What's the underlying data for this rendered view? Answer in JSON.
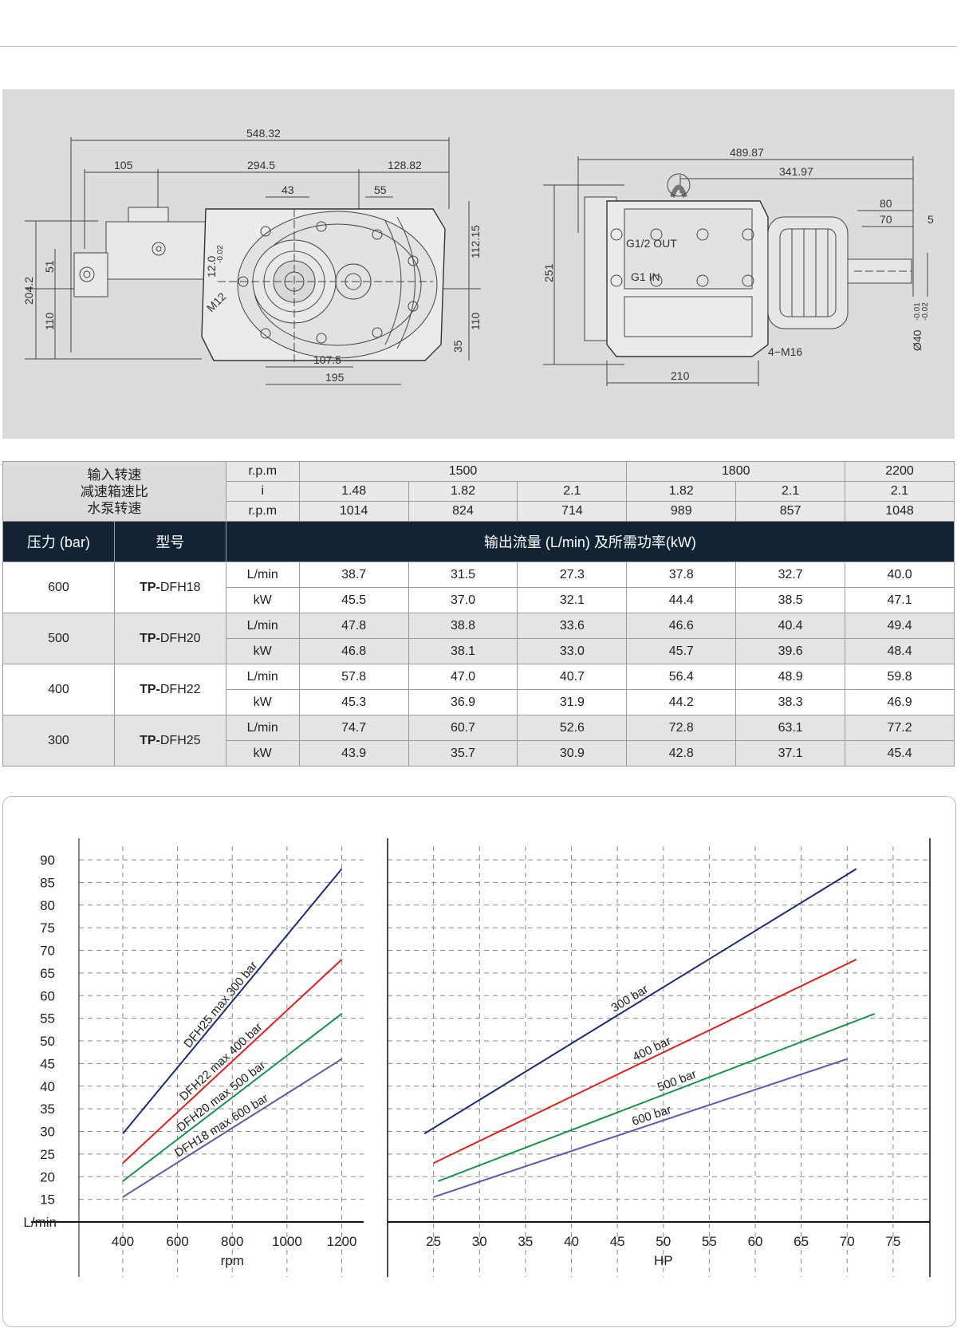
{
  "drawing": {
    "left_view_dims": [
      "548.32",
      "105",
      "294.5",
      "128.82",
      "43",
      "55",
      "112.15",
      "204.2",
      "51",
      "110",
      "12.0",
      "-0.02",
      "M12",
      "107.5",
      "195",
      "110",
      "35"
    ],
    "right_view_dims": [
      "489.87",
      "341.97",
      "80",
      "70",
      "5",
      "251",
      "G1/2 OUT",
      "G1 IN",
      "4−M16",
      "210",
      "Ø40",
      "-0.01",
      "-0.02"
    ]
  },
  "table": {
    "header_labels": {
      "input_speed": "输入转速",
      "gear_ratio": "减速箱速比",
      "pump_speed": "水泵转速"
    },
    "unit_rpm": "r.p.m",
    "unit_i": "i",
    "input_speeds": [
      "1500",
      "1800",
      "2200"
    ],
    "ratios": [
      "1.48",
      "1.82",
      "2.1",
      "1.82",
      "2.1",
      "2.1"
    ],
    "pump_speeds": [
      "1014",
      "824",
      "714",
      "989",
      "857",
      "1048"
    ],
    "col_pressure": "压力 (bar)",
    "col_model": "型号",
    "col_output": "输出流量 (L/min) 及所需功率(kW)",
    "unit_flow": "L/min",
    "unit_power": "kW",
    "rows": [
      {
        "pressure": "600",
        "prefix": "TP-",
        "model": "DFH18",
        "flow": [
          "38.7",
          "31.5",
          "27.3",
          "37.8",
          "32.7",
          "40.0"
        ],
        "power": [
          "45.5",
          "37.0",
          "32.1",
          "44.4",
          "38.5",
          "47.1"
        ]
      },
      {
        "pressure": "500",
        "prefix": "TP-",
        "model": "DFH20",
        "flow": [
          "47.8",
          "38.8",
          "33.6",
          "46.6",
          "40.4",
          "49.4"
        ],
        "power": [
          "46.8",
          "38.1",
          "33.0",
          "45.7",
          "39.6",
          "48.4"
        ]
      },
      {
        "pressure": "400",
        "prefix": "TP-",
        "model": "DFH22",
        "flow": [
          "57.8",
          "47.0",
          "40.7",
          "56.4",
          "48.9",
          "59.8"
        ],
        "power": [
          "45.3",
          "36.9",
          "31.9",
          "44.2",
          "38.3",
          "46.9"
        ]
      },
      {
        "pressure": "300",
        "prefix": "TP-",
        "model": "DFH25",
        "flow": [
          "74.7",
          "60.7",
          "52.6",
          "72.8",
          "63.1",
          "77.2"
        ],
        "power": [
          "43.9",
          "35.7",
          "30.9",
          "42.8",
          "37.1",
          "45.4"
        ]
      }
    ]
  },
  "chart_data": [
    {
      "type": "line",
      "ylabel": "L/min",
      "xlabel": "rpm",
      "x_ticks": [
        400,
        600,
        800,
        1000,
        1200
      ],
      "y_ticks": [
        15,
        20,
        25,
        30,
        35,
        40,
        45,
        50,
        55,
        60,
        65,
        70,
        75,
        80,
        85,
        90
      ],
      "xlim": [
        240,
        1280
      ],
      "ylim": [
        10,
        93
      ],
      "grid": true,
      "series": [
        {
          "name": "DFH25 max 300 bar",
          "color": "#1b2a7a",
          "x": [
            400,
            1200
          ],
          "y": [
            29.5,
            88
          ]
        },
        {
          "name": "DFH22 max 400 bar",
          "color": "#e0201c",
          "x": [
            400,
            1200
          ],
          "y": [
            23,
            68
          ]
        },
        {
          "name": "DFH20 max 500 bar",
          "color": "#18944a",
          "x": [
            400,
            1200
          ],
          "y": [
            19,
            56
          ]
        },
        {
          "name": "DFH18 max 600 bar",
          "color": "#5a5aaa",
          "x": [
            400,
            1200
          ],
          "y": [
            15.5,
            46
          ]
        }
      ]
    },
    {
      "type": "line",
      "xlabel": "HP",
      "x_ticks": [
        25,
        30,
        35,
        40,
        45,
        50,
        55,
        60,
        65,
        70,
        75
      ],
      "xlim": [
        20,
        79
      ],
      "ylim": [
        10,
        93
      ],
      "grid": true,
      "series": [
        {
          "name": "300 bar",
          "color": "#1b2a7a",
          "x": [
            24,
            71
          ],
          "y": [
            29.5,
            88
          ]
        },
        {
          "name": "400 bar",
          "color": "#e0201c",
          "x": [
            25,
            71
          ],
          "y": [
            23,
            68
          ]
        },
        {
          "name": "500 bar",
          "color": "#18944a",
          "x": [
            25.5,
            73
          ],
          "y": [
            19,
            56
          ]
        },
        {
          "name": "600 bar",
          "color": "#5a5aaa",
          "x": [
            25,
            70
          ],
          "y": [
            15.5,
            46
          ]
        }
      ]
    }
  ]
}
